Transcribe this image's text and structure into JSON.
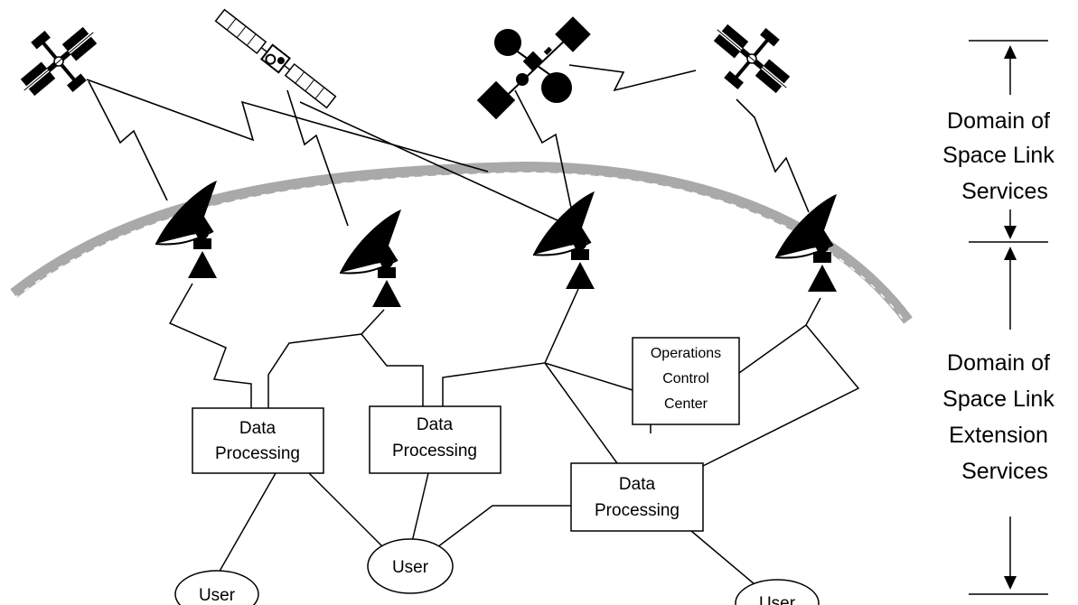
{
  "boxes": {
    "dp1": {
      "line1": "Data",
      "line2": "Processing"
    },
    "dp2": {
      "line1": "Data",
      "line2": "Processing"
    },
    "dp3": {
      "line1": "Data",
      "line2": "Processing"
    },
    "occ": {
      "line1": "Operations",
      "line2": "Control",
      "line3": "Center"
    }
  },
  "users": [
    "User",
    "User",
    "User"
  ],
  "domains": {
    "space_link": {
      "line1": "Domain of",
      "line2": "Space Link",
      "line3": "Services"
    },
    "extension": {
      "line1": "Domain of",
      "line2": "Space Link",
      "line3": "Extension",
      "line4": "Services"
    }
  }
}
